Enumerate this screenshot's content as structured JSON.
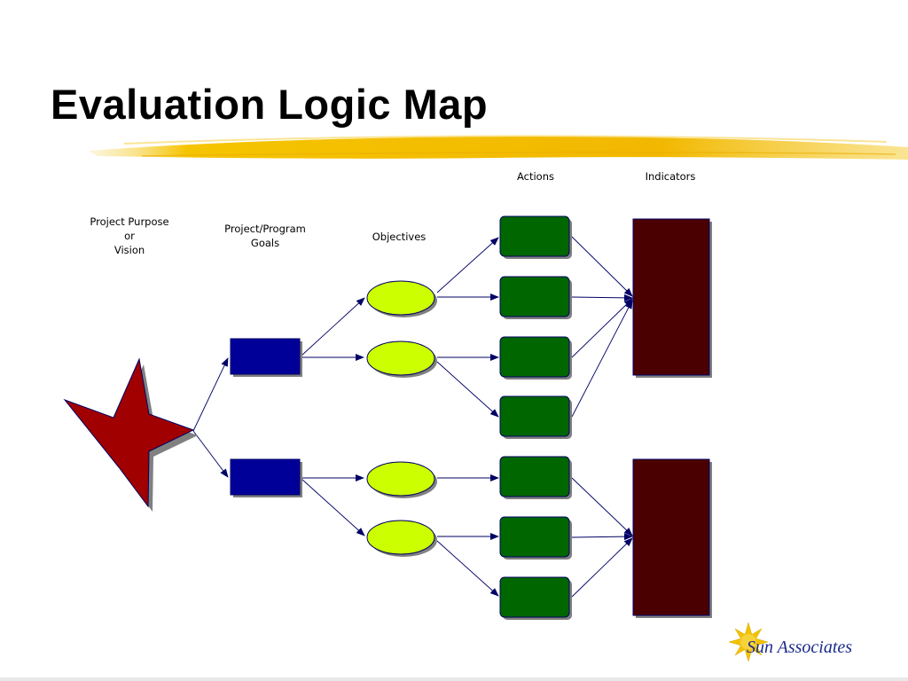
{
  "slide": {
    "title": "Evaluation Logic Map"
  },
  "labels": {
    "actions": "Actions",
    "indicators": "Indicators",
    "purpose": "Project Purpose\nor\nVision",
    "goals": "Project/Program\nGoals",
    "objectives": "Objectives"
  },
  "logo": {
    "text": "Sun Associates"
  },
  "colors": {
    "star": "#a00000",
    "goal": "#000099",
    "objective": "#ccff00",
    "action": "#006600",
    "indicator": "#4a0000",
    "arrow": "#000066",
    "highlight": "#f5c400"
  }
}
